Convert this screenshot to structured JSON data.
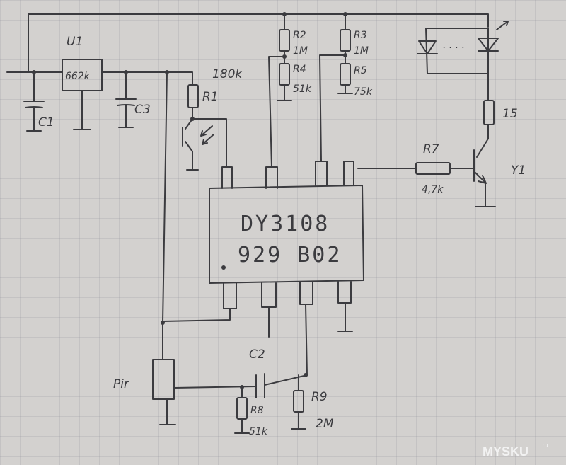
{
  "labels": {
    "u1": "U1",
    "u1_part": "662k",
    "c1": "C1",
    "c3": "C3",
    "r1": "R1",
    "r1_value": "180k",
    "r2": "R2",
    "r2_value": "1M",
    "r3": "R3",
    "r3_value": "1M",
    "r4": "R4",
    "r4_value": "51k",
    "r5": "R5",
    "r5_value": "75k",
    "r6_value": "15",
    "r7": "R7",
    "r7_value": "4,7k",
    "y1": "Y1",
    "chip_line1": "DY3108",
    "chip_line2": "929 B02",
    "c2": "C2",
    "pir": "Pir",
    "r8": "R8",
    "r8_value": "51k",
    "r9": "R9",
    "r9_value": "2M"
  },
  "watermark": {
    "text": "MYSKU",
    "suffix": ".ru"
  }
}
